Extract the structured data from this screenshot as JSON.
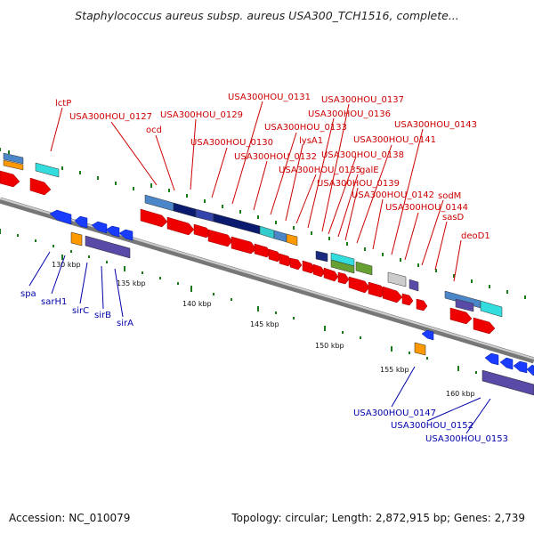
{
  "title": "Staphylococcus aureus subsp. aureus USA300_TCH1516, complete...",
  "footer": {
    "accession": "Accession: NC_010079",
    "summary": "Topology: circular; Length: 2,872,915 bp; Genes: 2,739"
  },
  "colors": {
    "forward_gene": "#ff0000",
    "reverse_gene": "#0000ff",
    "forward_label": "#cc0000",
    "reverse_label": "#0000aa",
    "backbone": "#999999",
    "tick": "#1a7a1a"
  },
  "kbp_labels": [
    "130 kbp",
    "135 kbp",
    "140 kbp",
    "145 kbp",
    "150 kbp",
    "155 kbp",
    "160 kbp"
  ],
  "forward_labels": [
    "lctP",
    "USA300HOU_0127",
    "ocd",
    "USA300HOU_0129",
    "USA300HOU_0130",
    "USA300HOU_0131",
    "USA300HOU_0132",
    "USA300HOU_0133",
    "lysA1",
    "USA300HOU_0135",
    "USA300HOU_0136",
    "USA300HOU_0137",
    "USA300HOU_0138",
    "galE",
    "USA300HOU_0139",
    "USA300HOU_0141",
    "USA300HOU_0142",
    "USA300HOU_0143",
    "USA300HOU_0144",
    "sodM",
    "sasD",
    "deoD1"
  ],
  "reverse_labels": [
    "spa",
    "sarH1",
    "sirC",
    "sirB",
    "sirA",
    "USA300HOU_0147",
    "USA300HOU_0152",
    "USA300HOU_0153"
  ]
}
